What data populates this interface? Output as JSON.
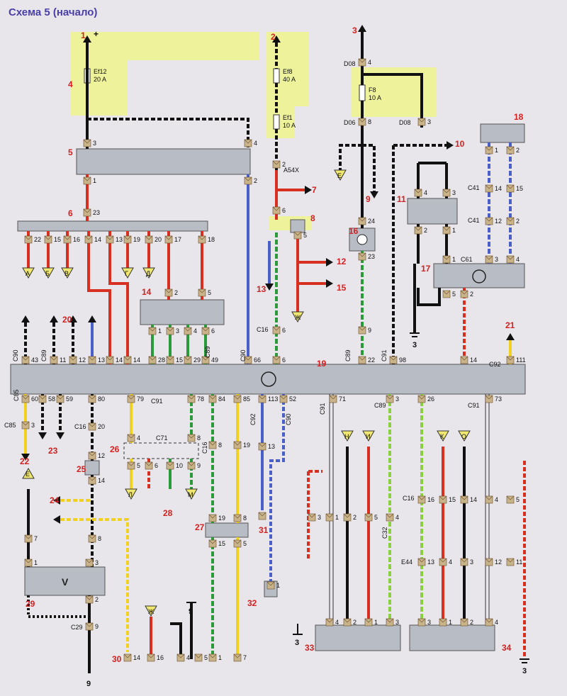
{
  "title": "Схема 5 (начало)",
  "colors": {
    "highlight": "#eef29a",
    "block": "#b8bcc4",
    "connector": "#c9b48a",
    "ref": "#d42020"
  },
  "fuses": {
    "ef12": {
      "name": "Ef12",
      "rating": "20 A"
    },
    "ef8": {
      "name": "Ef8",
      "rating": "40 A"
    },
    "ef1": {
      "name": "Ef1",
      "rating": "10 A"
    },
    "f8": {
      "name": "F8",
      "rating": "10 A"
    }
  },
  "connectors": {
    "a54x": "A54X",
    "d08": "D08",
    "d06": "D06",
    "c61": "C61",
    "c41": "C41",
    "c16": "C16",
    "c90": "C90",
    "c89": "C89",
    "c91": "C91",
    "c92": "C92",
    "c85": "C85",
    "c71": "C71",
    "c29": "C29",
    "c32": "C32",
    "e44": "E44"
  },
  "refs": [
    "1",
    "2",
    "3",
    "4",
    "5",
    "6",
    "7",
    "8",
    "9",
    "10",
    "11",
    "12",
    "13",
    "14",
    "15",
    "16",
    "17",
    "18",
    "19",
    "20",
    "21",
    "22",
    "23",
    "24",
    "25",
    "26",
    "27",
    "28",
    "29",
    "30",
    "31",
    "32",
    "33",
    "34"
  ],
  "terminals": {
    "plus": "+",
    "a": "А",
    "b": "Б",
    "v": "В",
    "g": "Г",
    "d": "Д",
    "e": "Е",
    "zh": "Ж",
    "l": "Л",
    "m": "М",
    "n": "Н",
    "i": "И",
    "k": "К",
    "o": "О",
    "volt": "V"
  },
  "bus19_top_pins": [
    "43",
    "11",
    "12",
    "13",
    "14",
    "14",
    "28",
    "15",
    "29",
    "49",
    "66",
    "6",
    "22",
    "98",
    "14",
    "111"
  ],
  "bus19_bottom_pins": [
    "60",
    "58",
    "59",
    "80",
    "79",
    "78",
    "84",
    "85",
    "113",
    "52",
    "71",
    "3",
    "26",
    "73"
  ],
  "pins": {
    "p3": "3",
    "p4": "4",
    "p1": "1",
    "p2": "2",
    "p23": "23",
    "p22": "22",
    "p15": "15",
    "p16": "16",
    "p14": "14",
    "p13": "13",
    "p19": "19",
    "p20": "20",
    "p17": "17",
    "p18": "18",
    "p5": "5",
    "p6": "6",
    "p8": "8",
    "p9": "9",
    "p10": "10",
    "p11": "11",
    "p12": "12",
    "p24": "24",
    "p7": "7"
  },
  "ground": {
    "label_3": "3",
    "label_9": "9"
  }
}
